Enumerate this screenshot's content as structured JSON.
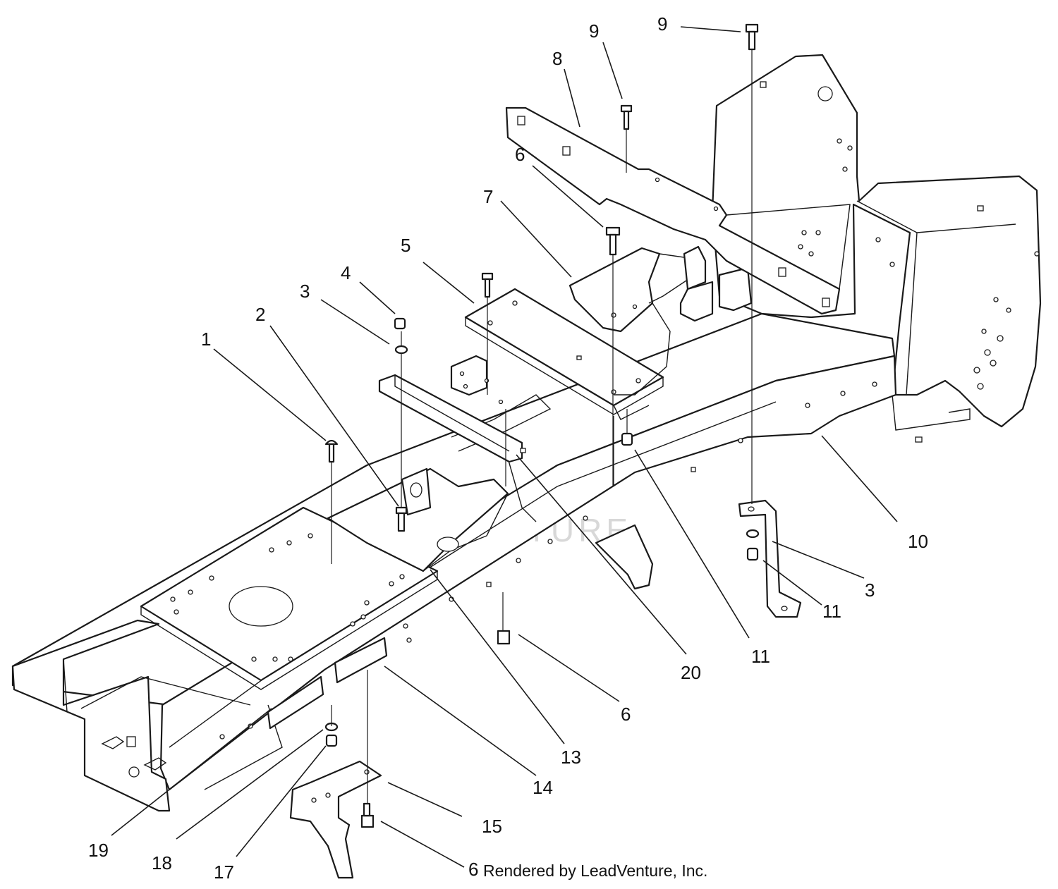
{
  "watermark": "LEADVENTURE",
  "credit": "Rendered by LeadVenture, Inc.",
  "callouts": [
    {
      "id": "c1",
      "label": "1"
    },
    {
      "id": "c2",
      "label": "2"
    },
    {
      "id": "c3a",
      "label": "3"
    },
    {
      "id": "c4",
      "label": "4"
    },
    {
      "id": "c5",
      "label": "5"
    },
    {
      "id": "c6a",
      "label": "6"
    },
    {
      "id": "c7",
      "label": "7"
    },
    {
      "id": "c8",
      "label": "8"
    },
    {
      "id": "c9a",
      "label": "9"
    },
    {
      "id": "c9b",
      "label": "9"
    },
    {
      "id": "c10",
      "label": "10"
    },
    {
      "id": "c3b",
      "label": "3"
    },
    {
      "id": "c11a",
      "label": "11"
    },
    {
      "id": "c11b",
      "label": "11"
    },
    {
      "id": "c20",
      "label": "20"
    },
    {
      "id": "c6b",
      "label": "6"
    },
    {
      "id": "c13",
      "label": "13"
    },
    {
      "id": "c14",
      "label": "14"
    },
    {
      "id": "c15",
      "label": "15"
    },
    {
      "id": "c19",
      "label": "19"
    },
    {
      "id": "c18",
      "label": "18"
    },
    {
      "id": "c17",
      "label": "17"
    },
    {
      "id": "c6c",
      "label": "6"
    }
  ]
}
